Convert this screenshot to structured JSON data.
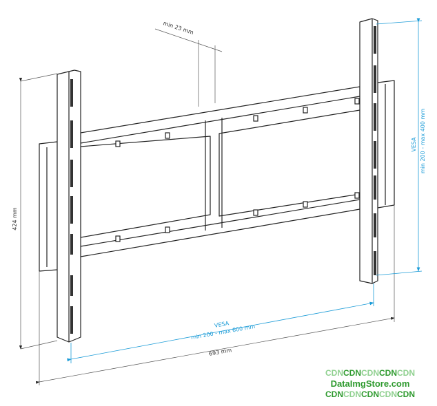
{
  "dimensions": {
    "height": "424 mm",
    "width": "693 mm",
    "wall_gap": "min 23 mm",
    "vesa_horizontal_title": "VESA",
    "vesa_horizontal_range": "min 200 - max 600 mm",
    "vesa_vertical_title": "VESA",
    "vesa_vertical_range": "min 200 - max 400 mm"
  },
  "watermark": {
    "line1": [
      "CDN",
      "CDN",
      "CDN",
      "CDN",
      "CDN"
    ],
    "line2": "DataImgStore.com",
    "line3": [
      "CDN",
      "CDN",
      "CDN",
      "CDN",
      "CDN"
    ]
  },
  "colors": {
    "line": "#222222",
    "vesa": "#1a9bd7",
    "watermark": "#2e9a2e"
  }
}
